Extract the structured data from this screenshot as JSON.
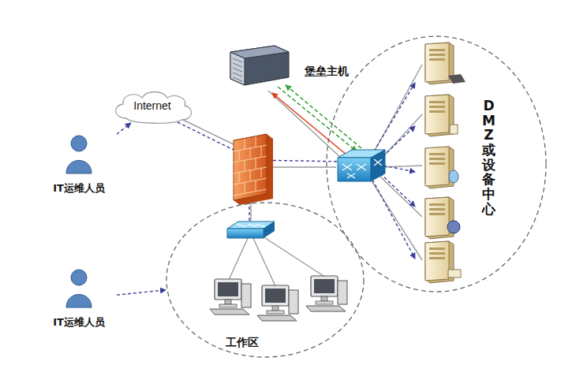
{
  "diagram": {
    "nodes": [
      {
        "text": [
          "Internet"
        ]
      },
      {
        "text": [
          "IT运维人员"
        ]
      },
      {
        "text": [
          "堡垒主机"
        ]
      },
      {
        "text": [
          "DMZ或设备中心"
        ]
      },
      {
        "text": [
          "工作区"
        ]
      },
      {
        "text": [
          "IT运维人员"
        ]
      }
    ],
    "edges": [
      {
        "from": 1,
        "to": 0,
        "arrow": "to"
      },
      {
        "from": 5,
        "to": 4,
        "arrow": "to"
      }
    ]
  }
}
